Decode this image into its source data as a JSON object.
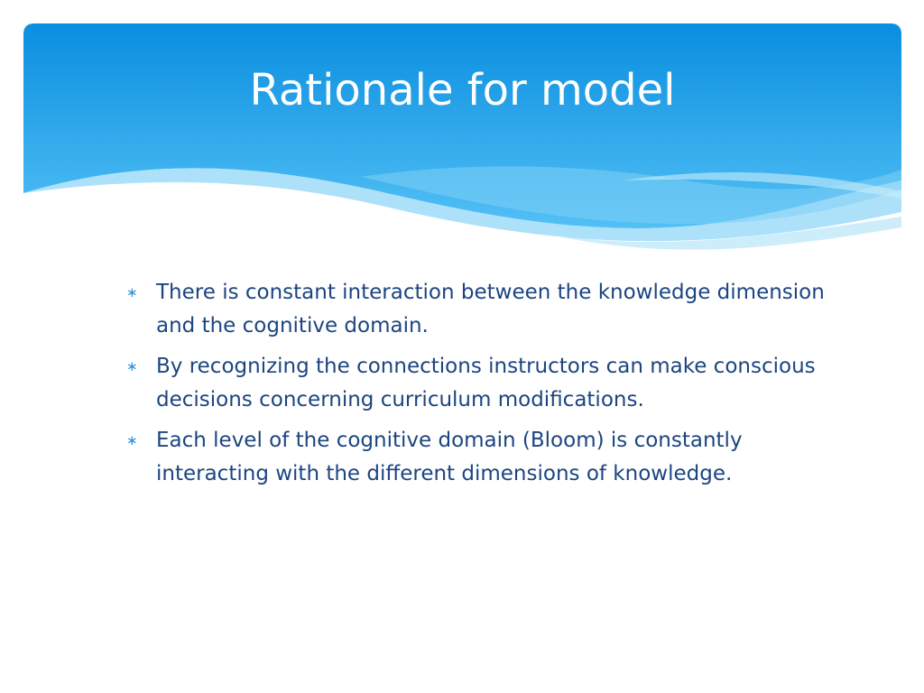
{
  "slide": {
    "title": "Rationale for model",
    "bullet_symbol": "∗",
    "bullets": [
      "There is constant interaction between the knowledge dimension and the cognitive domain.",
      "By recognizing the connections instructors can make conscious decisions concerning curriculum modifications.",
      "Each level of the cognitive domain (Bloom) is constantly interacting with the different dimensions of knowledge."
    ]
  },
  "colors": {
    "header_top": "#0a8ee0",
    "header_bottom": "#52c0f5",
    "wave_light": "#9fdcf8",
    "text": "#1c4580",
    "bullet": "#2b8fd6"
  }
}
